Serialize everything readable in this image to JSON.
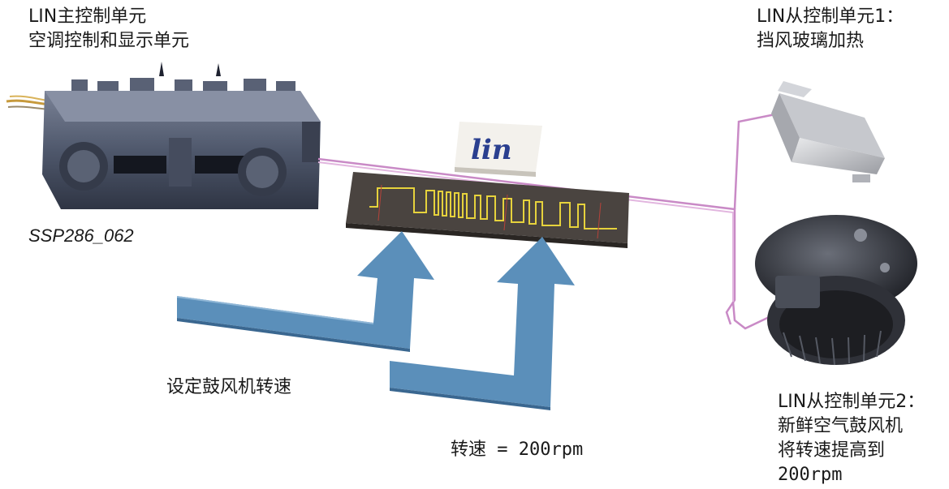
{
  "labels": {
    "master_line1": "LIN主控制单元",
    "master_line2": "空调控制和显示单元",
    "slave1_line1": "LIN从控制单元1：",
    "slave1_line2": "挡风玻璃加热",
    "slave2_line1": "LIN从控制单元2：",
    "slave2_line2": "新鲜空气鼓风机",
    "slave2_line3": "将转速提高到",
    "slave2_line4": "200rpm",
    "figure_id": "SSP286_062",
    "set_blower_speed": "设定鼓风机转速",
    "speed_value": "转速 = 200rpm",
    "lin_logo": "lin"
  },
  "colors": {
    "bus_wire": "#c98ac6",
    "arrow_fill": "#5b8fba",
    "arrow_top": "#8fb6d6",
    "signal": "#e6d23c",
    "signal_board": "#4a4440",
    "unit_body": "#4d566b"
  }
}
